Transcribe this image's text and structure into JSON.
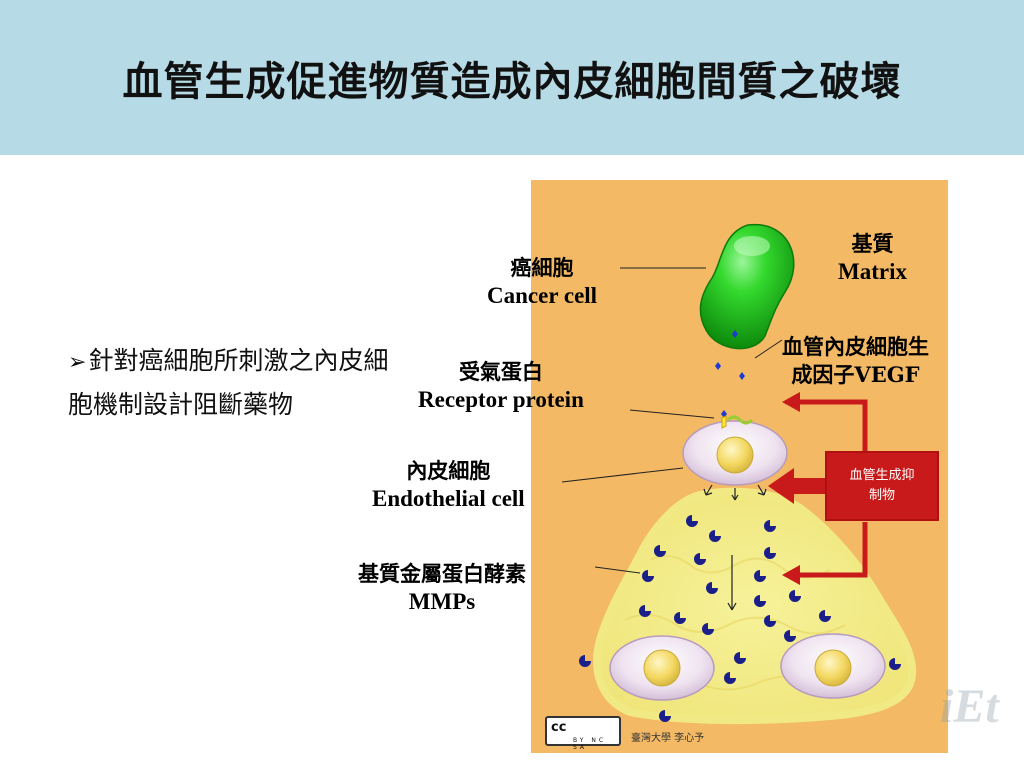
{
  "title": "血管生成促進物質造成內皮細胞間質之破壞",
  "bullet_text": "針對癌細胞所刺激之內皮細胞機制設計阻斷藥物",
  "labels": {
    "matrix": {
      "zh": "基質",
      "en": "Matrix"
    },
    "cancer_cell": {
      "zh": "癌細胞",
      "en": "Cancer cell"
    },
    "vegf": {
      "zh": "血管內皮細胞生",
      "zh2": "成因子VEGF"
    },
    "receptor": {
      "zh": "受氣蛋白",
      "en": "Receptor protein"
    },
    "endothelial": {
      "zh": "內皮細胞",
      "en": "Endothelial cell"
    },
    "mmps": {
      "zh": "基質金屬蛋白酵素",
      "en": "MMPs"
    }
  },
  "inhibitor": {
    "line1": "血管生成抑",
    "line2": "制物"
  },
  "license": {
    "badge": "cc",
    "sub": "BY NC SA",
    "credit": "臺灣大學 李心予"
  },
  "colors": {
    "title_bar": "#b7dbe6",
    "panel": "#f3b964",
    "cancer_cell": "#22c61e",
    "inhibitor": "#c81a1a",
    "matrix_blob": "#f2f08c",
    "mmp_dot": "#1b1f8a"
  }
}
